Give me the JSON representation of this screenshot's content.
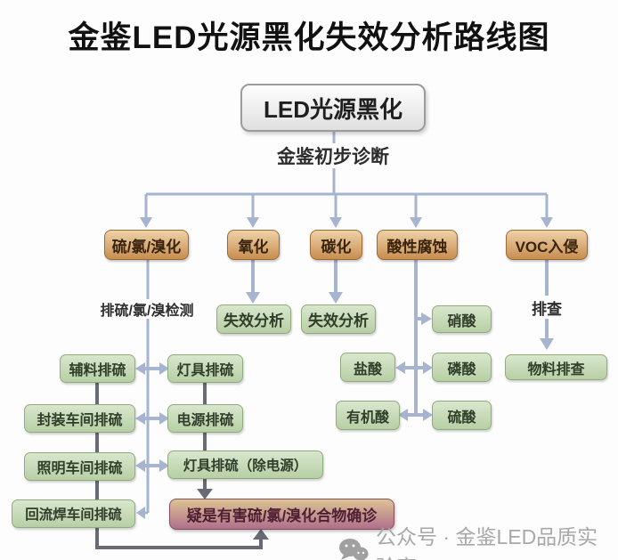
{
  "title": "金鉴LED光源黑化失效分析路线图",
  "flow": {
    "root": "LED光源黑化",
    "diagnosis": "金鉴初步诊断",
    "causes": {
      "sulfur": "硫/氯/溴化",
      "oxidation": "氧化",
      "carbonization": "碳化",
      "acid": "酸性腐蚀",
      "voc": "VOC入侵"
    },
    "sulfur_branch": {
      "test_label": "排硫/氯/溴检测",
      "left": [
        "辅料排硫",
        "封装车间排硫",
        "照明车间排硫",
        "回流焊车间排硫"
      ],
      "right": [
        "灯具排硫",
        "电源排硫",
        "灯具排硫（除电源）"
      ],
      "conclusion": "疑是有害硫/氯/溴化合物确诊"
    },
    "oxidation_branch": {
      "analysis": "失效分析"
    },
    "carbonization_branch": {
      "analysis": "失效分析"
    },
    "acid_branch": {
      "acids": [
        "硝酸",
        "盐酸",
        "磷酸",
        "有机酸",
        "硫酸"
      ]
    },
    "voc_branch": {
      "check_label": "排查",
      "material_check": "物料排查"
    }
  },
  "watermark": {
    "icon": "wechat-icon",
    "text": "公众号 · 金鉴LED品质实验室"
  },
  "colors": {
    "cause_box": "#d9a35f",
    "step_box": "#c6dbb5",
    "conclusion_top": "#dcc392",
    "conclusion_bottom": "#b06f8c",
    "connector_light": "#a7b4d0",
    "connector_dark": "#63656f",
    "watermark_gray": "#a8a8a8"
  }
}
